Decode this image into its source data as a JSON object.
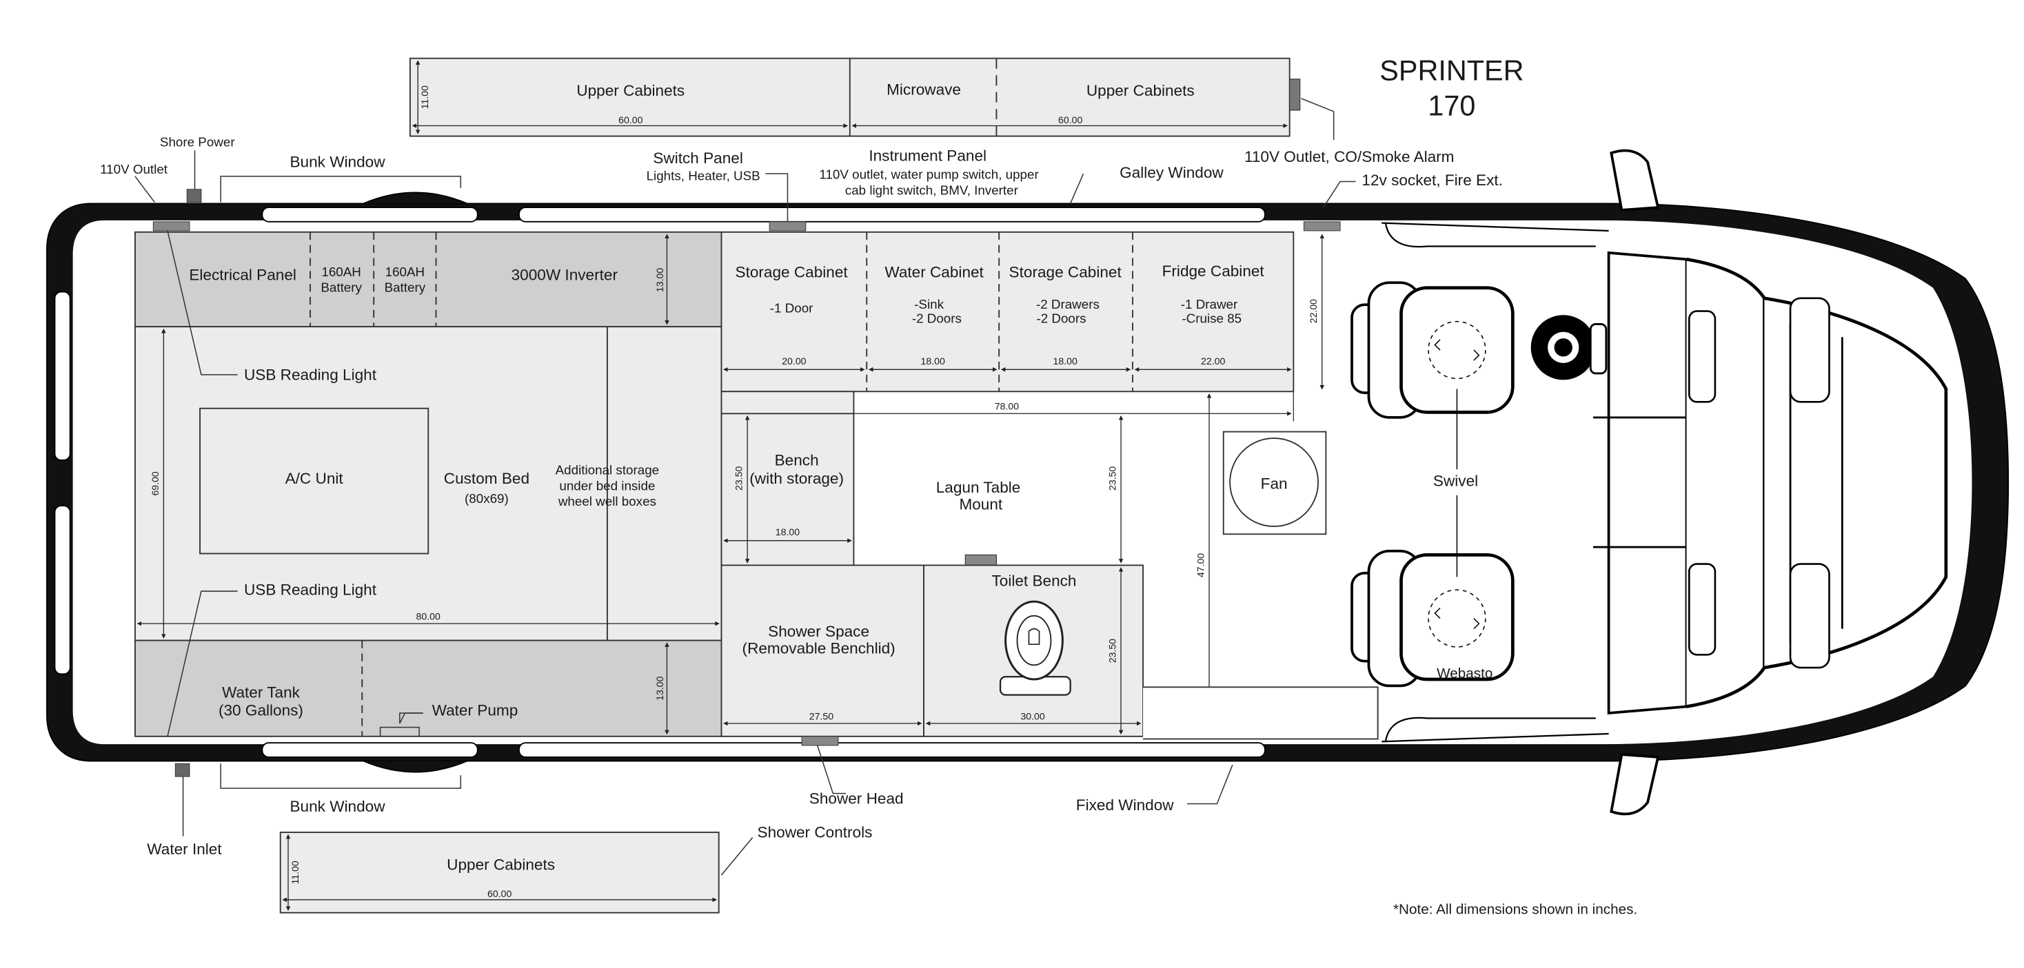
{
  "title": {
    "line1": "SPRINTER",
    "line2": "170"
  },
  "note": "*Note: All dimensions shown in inches.",
  "cabinets": {
    "top": {
      "left": "Upper Cabinets",
      "middle": "Microwave",
      "right": "Upper Cabinets",
      "dim_height": "11.00",
      "dim_left": "60.00",
      "dim_right": "60.00"
    },
    "bottom": {
      "label": "Upper Cabinets",
      "dim_height": "11.00",
      "dim_width": "60.00"
    }
  },
  "callouts": {
    "shore_power": "Shore Power",
    "outlet_110v": "110V Outlet",
    "bunk_window_top": "Bunk Window",
    "switch_panel": "Switch Panel",
    "switch_panel_sub": "Lights, Heater, USB",
    "instrument_panel": "Instrument Panel",
    "instrument_panel_sub1": "110V outlet, water pump switch, upper",
    "instrument_panel_sub2": "cab light switch, BMV, Inverter",
    "galley_window": "Galley Window",
    "outlet_co_alarm": "110V Outlet, CO/Smoke Alarm",
    "socket_fire_ext": "12v socket, Fire Ext.",
    "usb_light_top": "USB Reading Light",
    "usb_light_bottom": "USB Reading Light",
    "water_pump": "Water Pump",
    "bunk_window_bottom": "Bunk Window",
    "water_inlet": "Water Inlet",
    "shower_head": "Shower Head",
    "shower_controls": "Shower Controls",
    "fixed_window": "Fixed Window"
  },
  "rooms": {
    "electrical_panel": "Electrical Panel",
    "battery1_line1": "160AH",
    "battery1_line2": "Battery",
    "battery2_line1": "160AH",
    "battery2_line2": "Battery",
    "inverter": "3000W Inverter",
    "ac_unit": "A/C Unit",
    "custom_bed": "Custom Bed",
    "custom_bed_size": "(80x69)",
    "storage_note1": "Additional storage",
    "storage_note2": "under bed inside",
    "storage_note3": "wheel well boxes",
    "water_tank": "Water Tank",
    "water_tank_size": "(30 Gallons)",
    "storage_cabinet1": "Storage Cabinet",
    "storage_cabinet1_sub": "-1 Door",
    "water_cabinet": "Water Cabinet",
    "water_cabinet_sub1": "-Sink",
    "water_cabinet_sub2": "-2 Doors",
    "storage_cabinet2": "Storage Cabinet",
    "storage_cabinet2_sub1": "-2 Drawers",
    "storage_cabinet2_sub2": "-2 Doors",
    "fridge_cabinet": "Fridge Cabinet",
    "fridge_cabinet_sub1": "-1 Drawer",
    "fridge_cabinet_sub2": "-Cruise 85",
    "bench": "Bench",
    "bench_sub": "(with storage)",
    "lagun_line1": "Lagun Table",
    "lagun_line2": "Mount",
    "shower_space": "Shower Space",
    "shower_space_sub": "(Removable Benchlid)",
    "toilet_bench": "Toilet Bench",
    "fan": "Fan",
    "swivel": "Swivel",
    "webasto": "Webasto"
  },
  "dimensions": {
    "bed_depth": "69.00",
    "bed_length": "80.00",
    "elec_height": "13.00",
    "tank_height": "13.00",
    "storage1_w": "20.00",
    "water_cab_w": "18.00",
    "storage2_w": "18.00",
    "fridge_w": "22.00",
    "galley_depth": "22.00",
    "galley_total": "78.00",
    "bench_depth": "23.50",
    "bench_w": "18.00",
    "aisle_depth": "23.50",
    "aisle_total": "47.00",
    "toilet_depth": "23.50",
    "shower_w": "27.50",
    "toilet_w": "30.00"
  }
}
